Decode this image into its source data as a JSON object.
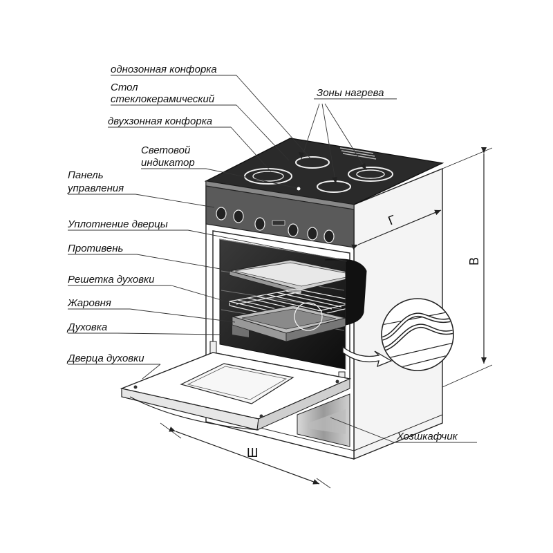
{
  "labels": {
    "single_zone_burner": "однозонная конфорка",
    "glass_ceramic_top_1": "Стол",
    "glass_ceramic_top_2": "стеклокерамический",
    "dual_zone_burner": "двухзонная конфорка",
    "indicator_1": "Световой",
    "indicator_2": "индикатор",
    "control_panel_1": "Панель",
    "control_panel_2": "управления",
    "door_seal": "Уплотнение дверцы",
    "baking_tray": "Противень",
    "oven_rack": "Решетка духовки",
    "roasting_pan": "Жаровня",
    "oven": "Духовка",
    "oven_door": "Дверца духовки",
    "heating_zones": "Зоны нагрева",
    "storage_drawer": "Хозшкафчик"
  },
  "dimensions": {
    "width": "Ш",
    "height": "В",
    "depth": "Г"
  },
  "colors": {
    "cooktop": "#2a2a2a",
    "panel": "#5a5a5a",
    "body": "#ffffff",
    "line": "#222222"
  }
}
